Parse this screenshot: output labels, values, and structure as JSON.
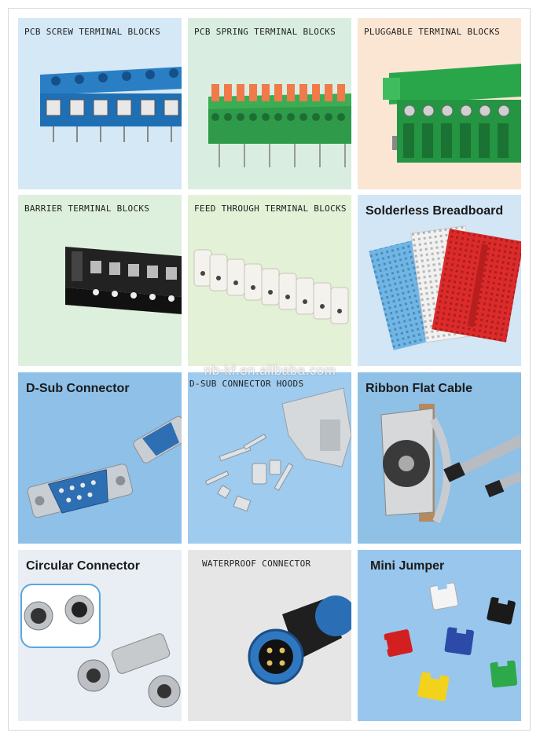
{
  "watermark": "nb-kf.en.alibaba.com",
  "tiles": [
    {
      "label": "PCB SCREW TERMINAL BLOCKS",
      "bg": "#d4e8f6"
    },
    {
      "label": "PCB SPRING TERMINAL BLOCKS",
      "bg": "#d9eee0"
    },
    {
      "label": "PLUGGABLE TERMINAL BLOCKS",
      "bg": "#fbe6d3"
    },
    {
      "label": "BARRIER TERMINAL BLOCKS",
      "bg": "#ddf0dd"
    },
    {
      "label": "FEED THROUGH TERMINAL BLOCKS",
      "bg": "#e3f1d6"
    },
    {
      "label": "Solderless Breadboard",
      "bg": "#d2e6f5"
    },
    {
      "label": "D-Sub Connector",
      "bg": "#8ec0e8"
    },
    {
      "label": "D-SUB CONNECTOR HOODS",
      "bg": "#9ecbee"
    },
    {
      "label": "Ribbon Flat Cable",
      "bg": "#8fc0e6"
    },
    {
      "label": "Circular Connector",
      "bg": "#e8eef4"
    },
    {
      "label": "WATERPROOF CONNECTOR",
      "bg": "#e6e6e6"
    },
    {
      "label": "Mini Jumper",
      "bg": "#99c6ec"
    }
  ]
}
